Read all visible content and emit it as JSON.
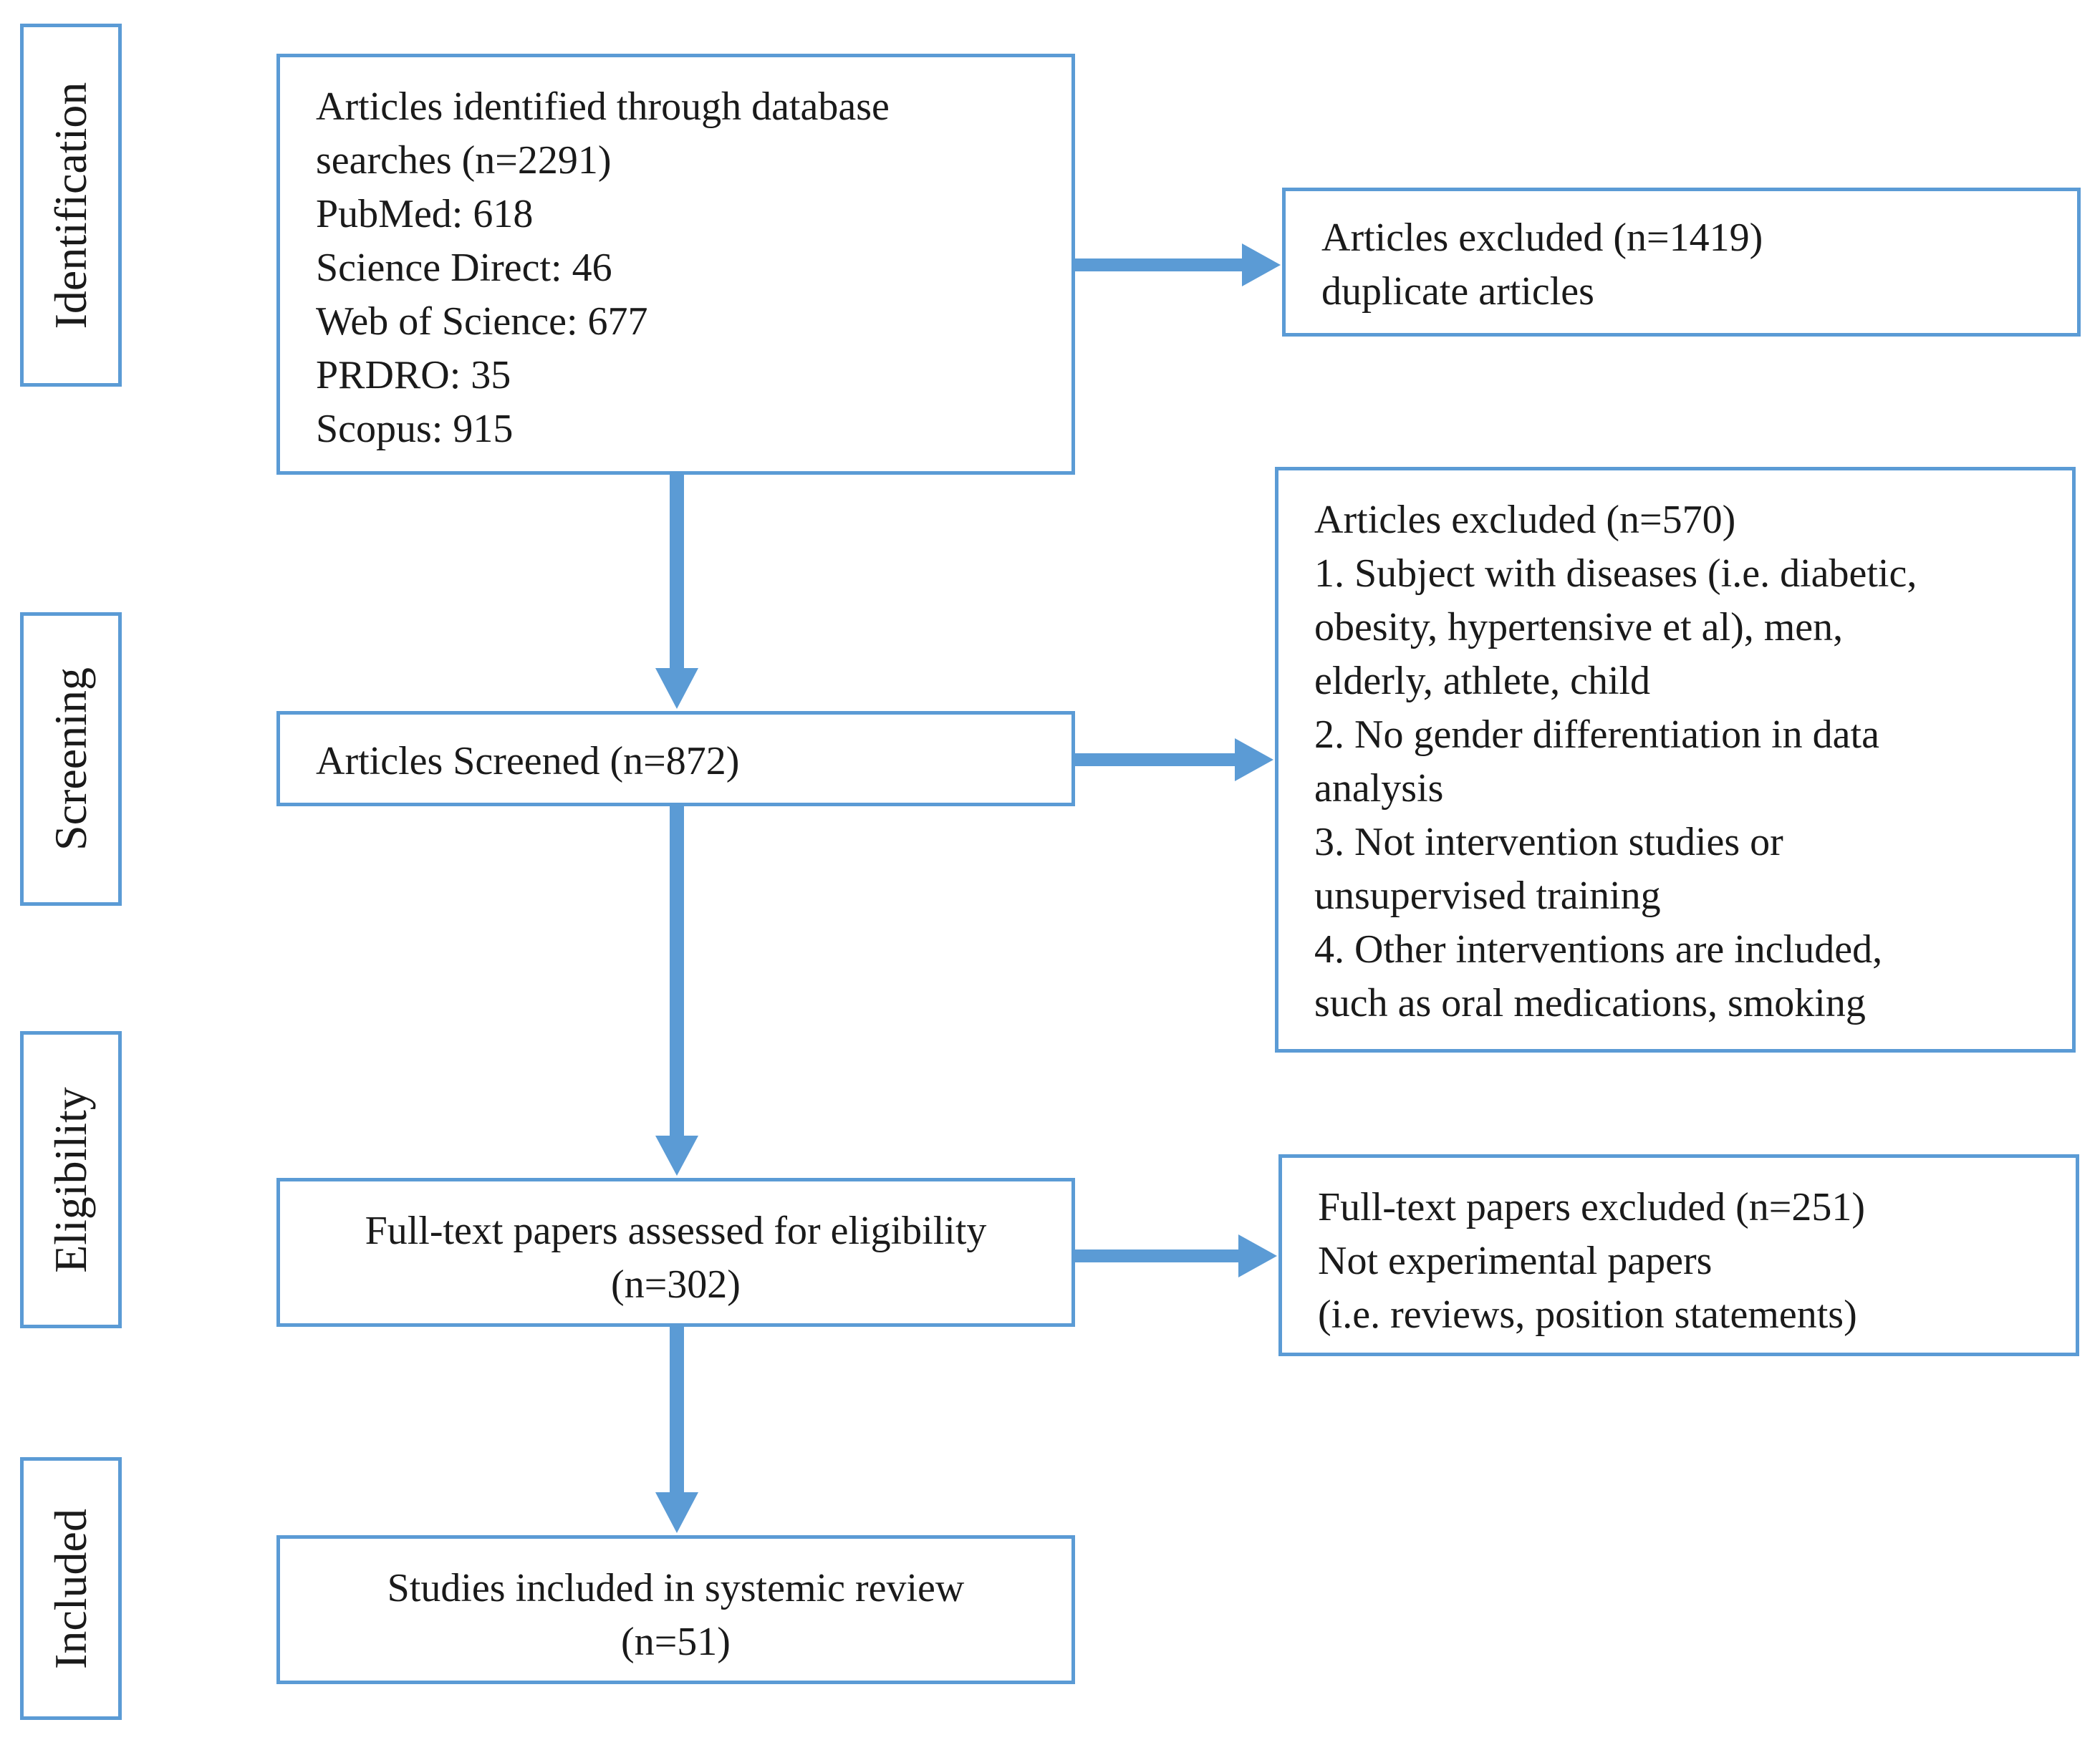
{
  "stages": {
    "identification": "Identification",
    "screening": "Screening",
    "eligibility": "Eligibility",
    "included": "Included"
  },
  "identified": {
    "line1": "Articles identified through database",
    "line2": "searches  (n=2291)",
    "sources": [
      "PubMed: 618",
      "Science Direct: 46",
      "Web of Science: 677",
      "PRDRO: 35",
      "Scopus: 915"
    ]
  },
  "duplicates_excluded": {
    "line1": "Articles excluded (n=1419)",
    "line2": "duplicate articles"
  },
  "screened": {
    "label": "Articles Screened  (n=872)"
  },
  "screening_excluded": {
    "lines": [
      "Articles excluded (n=570)",
      "1. Subject with diseases (i.e. diabetic,",
      "obesity, hypertensive et al), men,",
      "elderly, athlete, child",
      "2. No gender differentiation in data",
      "analysis",
      "3. Not intervention studies or",
      "unsupervised training",
      "4. Other interventions are included,",
      "such as oral medications, smoking"
    ]
  },
  "eligibility": {
    "line1": "Full-text papers assessed for eligibility",
    "line2": "(n=302)"
  },
  "eligibility_excluded": {
    "line1": "Full-text papers excluded (n=251)",
    "line2": "Not experimental papers",
    "line3": "(i.e. reviews, position statements)"
  },
  "included": {
    "line1": "Studies included in systemic review",
    "line2": "(n=51)"
  },
  "colors": {
    "border": "#5b9bd5",
    "arrow": "#5b9bd5"
  }
}
